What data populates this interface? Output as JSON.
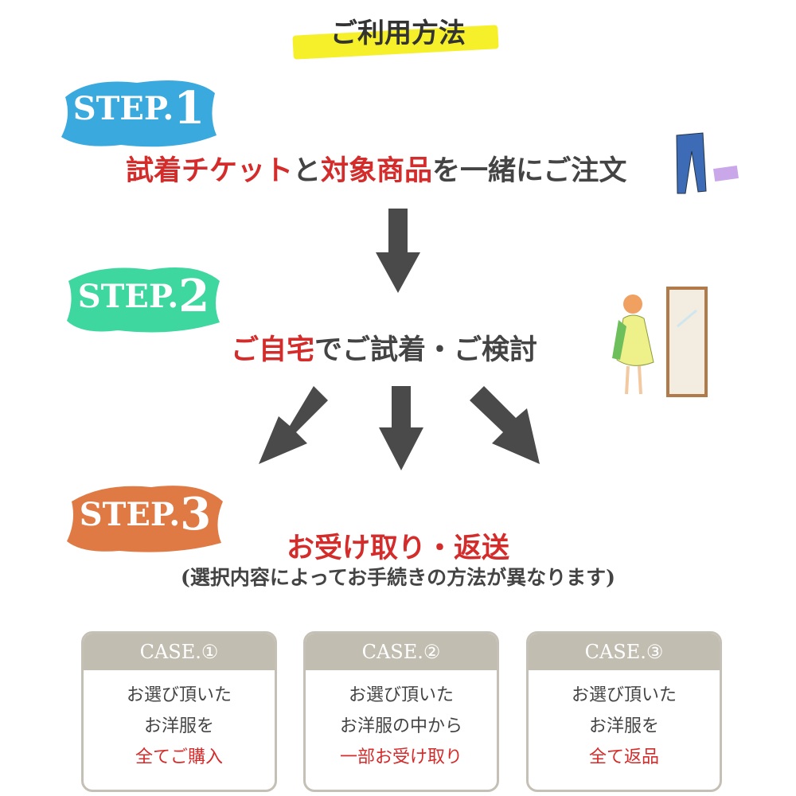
{
  "title": "ご利用方法",
  "steps": [
    {
      "label": "STEP.",
      "num": "1",
      "color": "#3aa9de",
      "segments": [
        {
          "text": "試着チケット",
          "red": true
        },
        {
          "text": "と",
          "red": false
        },
        {
          "text": "対象商品",
          "red": true
        },
        {
          "text": "を一緒にご注文",
          "red": false
        }
      ]
    },
    {
      "label": "STEP.",
      "num": "2",
      "color": "#3ed7a0",
      "segments": [
        {
          "text": "ご自宅",
          "red": true
        },
        {
          "text": "でご試着・ご検討",
          "red": false
        }
      ]
    },
    {
      "label": "STEP.",
      "num": "3",
      "color": "#e07a45",
      "heading": "お受け取り・返送",
      "note": "(選択内容によってお手続きの方法が異なります)"
    }
  ],
  "cases": [
    {
      "title": "CASE.①",
      "line1": "お選び頂いた",
      "line2": "お洋服を",
      "line3": "全てご購入"
    },
    {
      "title": "CASE.②",
      "line1": "お選び頂いた",
      "line2": "お洋服の中から",
      "line3": "一部お受け取り"
    },
    {
      "title": "CASE.③",
      "line1": "お選び頂いた",
      "line2": "お洋服を",
      "line3": "全て返品"
    }
  ],
  "colors": {
    "red": "#d42b2b",
    "text": "#444444",
    "arrow": "#4a4a4a",
    "highlight": "#f5f02a",
    "case_header": "#c2bdb1"
  }
}
